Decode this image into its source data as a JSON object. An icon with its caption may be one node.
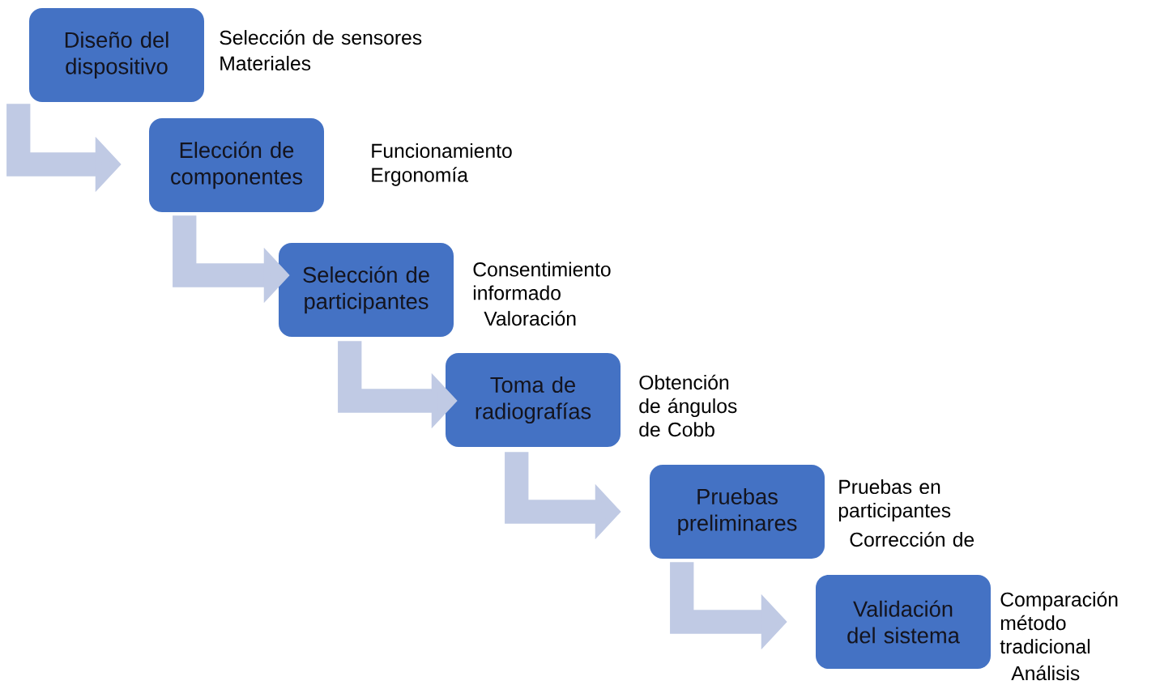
{
  "diagram": {
    "nodes": [
      {
        "text": [
          "Diseño del dispositivo"
        ],
        "beside": [
          "Selección de sensores",
          "Materiales"
        ]
      },
      {
        "text": [
          "Elección de componentes"
        ],
        "beside": [
          "Funcionamiento",
          "Ergonomía"
        ]
      },
      {
        "text": [
          "Selección de participantes"
        ],
        "beside": [
          "Consentimiento informado",
          "Valoración"
        ]
      },
      {
        "text": [
          "Toma de radiografías"
        ],
        "beside": [
          "Obtención de ángulos de Cobb"
        ]
      },
      {
        "text": [
          "Pruebas preliminares"
        ],
        "beside": [
          "Pruebas en participantes",
          "Corrección de"
        ]
      },
      {
        "text": [
          "Validación del sistema"
        ],
        "beside": [
          "Comparación método tradicional",
          "Análisis"
        ]
      }
    ],
    "edges": [
      {
        "from": 0,
        "to": 1,
        "arrow": "to"
      },
      {
        "from": 1,
        "to": 2,
        "arrow": "to"
      },
      {
        "from": 2,
        "to": 3,
        "arrow": "to"
      },
      {
        "from": 3,
        "to": 4,
        "arrow": "to"
      },
      {
        "from": 4,
        "to": 5,
        "arrow": "to"
      }
    ]
  }
}
